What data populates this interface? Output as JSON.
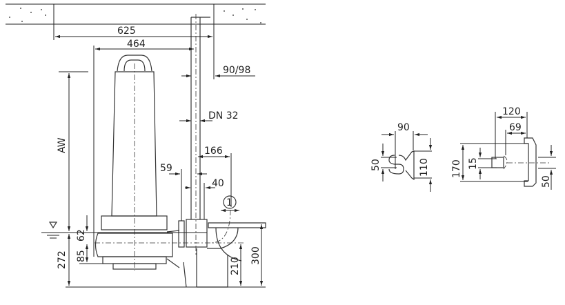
{
  "drawing": {
    "side_view": {
      "dimensions": {
        "overall_width": "625",
        "pump_width": "464",
        "pipe_offset": "90/98",
        "pipe_size": "DN 32",
        "outlet_distance": "166",
        "guide_offset": "59",
        "guide_width": "40",
        "aw": "AW",
        "inlet_height_62": "62",
        "inlet_height_85": "85",
        "bottom_272": "272",
        "outlet_height_210": "210",
        "total_height_300": "300"
      },
      "callout": "1"
    },
    "bracket_detail": {
      "width_90": "90",
      "hole_spacing_50": "50",
      "height_110": "110"
    },
    "base_detail": {
      "width_120": "120",
      "offset_69": "69",
      "height_170": "170",
      "slot_15": "15",
      "spacing_50": "50"
    }
  }
}
